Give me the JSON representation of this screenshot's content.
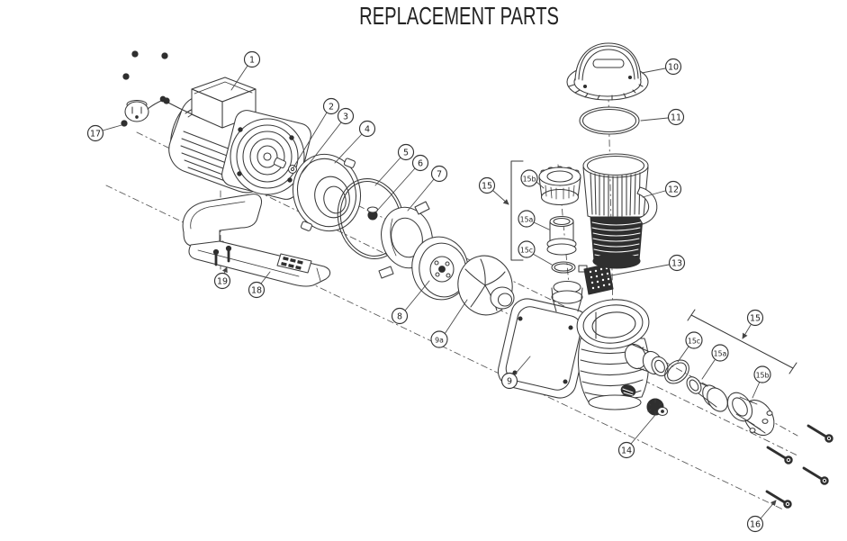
{
  "title": "REPLACEMENT PARTS",
  "colors": {
    "background": "#ffffff",
    "diagram_line": "#3a3a3a",
    "diagram_dark_fill": "#2f2f2f",
    "title_text": "#232323"
  },
  "callouts": {
    "n1": "1",
    "n2": "2",
    "n3": "3",
    "n4": "4",
    "n5": "5",
    "n6": "6",
    "n7": "7",
    "n8": "8",
    "n9": "9",
    "n9a": "9a",
    "n10": "10",
    "n11": "11",
    "n12": "12",
    "n13": "13",
    "n14": "14",
    "n15_left": "15",
    "n15b_left": "15b",
    "n15a_left": "15a",
    "n15c_left": "15c",
    "n15_right": "15",
    "n15c_right": "15c",
    "n15a_right": "15a",
    "n15b_right": "15b",
    "n16": "16",
    "n17": "17",
    "n18": "18",
    "n19": "19"
  }
}
